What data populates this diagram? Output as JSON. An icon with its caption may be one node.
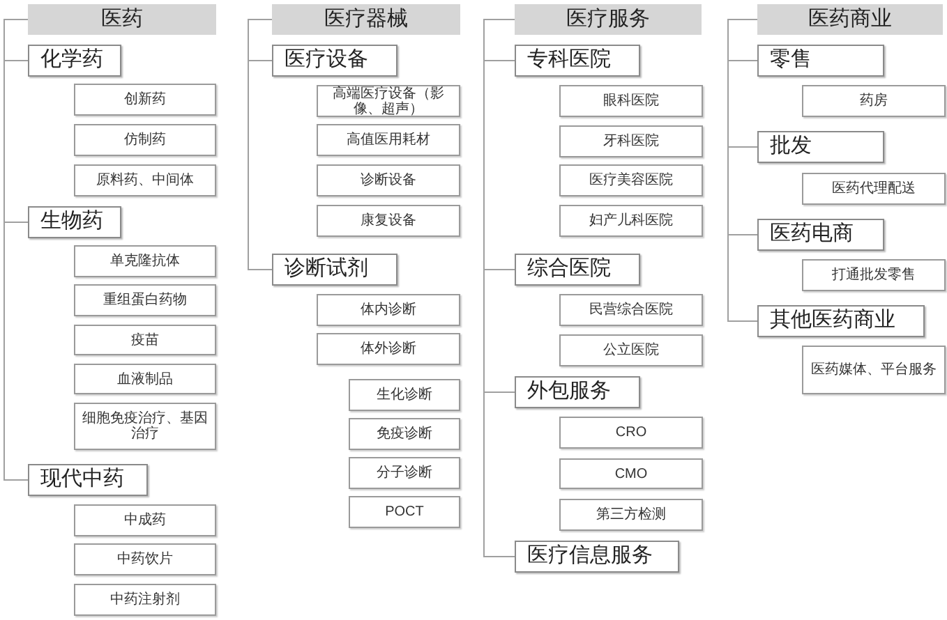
{
  "diagram": {
    "nodes": [
      {
        "text": [
          "医药"
        ]
      },
      {
        "text": [
          "化学药"
        ]
      },
      {
        "text": [
          "创新药"
        ]
      },
      {
        "text": [
          "仿制药"
        ]
      },
      {
        "text": [
          "原料药、中间体"
        ]
      },
      {
        "text": [
          "生物药"
        ]
      },
      {
        "text": [
          "单克隆抗体"
        ]
      },
      {
        "text": [
          "重组蛋白药物"
        ]
      },
      {
        "text": [
          "疫苗"
        ]
      },
      {
        "text": [
          "血液制品"
        ]
      },
      {
        "text": [
          "细胞免疫治疗、基因治疗"
        ]
      },
      {
        "text": [
          "现代中药"
        ]
      },
      {
        "text": [
          "中成药"
        ]
      },
      {
        "text": [
          "中药饮片"
        ]
      },
      {
        "text": [
          "中药注射剂"
        ]
      },
      {
        "text": [
          "医疗器械"
        ]
      },
      {
        "text": [
          "医疗设备"
        ]
      },
      {
        "text": [
          "高端医疗设备（影像、超声）"
        ]
      },
      {
        "text": [
          "高值医用耗材"
        ]
      },
      {
        "text": [
          "诊断设备"
        ]
      },
      {
        "text": [
          "康复设备"
        ]
      },
      {
        "text": [
          "诊断试剂"
        ]
      },
      {
        "text": [
          "体内诊断"
        ]
      },
      {
        "text": [
          "体外诊断"
        ]
      },
      {
        "text": [
          "生化诊断"
        ]
      },
      {
        "text": [
          "免疫诊断"
        ]
      },
      {
        "text": [
          "分子诊断"
        ]
      },
      {
        "text": [
          "POCT"
        ]
      },
      {
        "text": [
          "医疗服务"
        ]
      },
      {
        "text": [
          "专科医院"
        ]
      },
      {
        "text": [
          "眼科医院"
        ]
      },
      {
        "text": [
          "牙科医院"
        ]
      },
      {
        "text": [
          "医疗美容医院"
        ]
      },
      {
        "text": [
          "妇产儿科医院"
        ]
      },
      {
        "text": [
          "综合医院"
        ]
      },
      {
        "text": [
          "民营综合医院"
        ]
      },
      {
        "text": [
          "公立医院"
        ]
      },
      {
        "text": [
          "外包服务"
        ]
      },
      {
        "text": [
          "CRO"
        ]
      },
      {
        "text": [
          "CMO"
        ]
      },
      {
        "text": [
          "第三方检测"
        ]
      },
      {
        "text": [
          "医疗信息服务"
        ]
      },
      {
        "text": [
          "医药商业"
        ]
      },
      {
        "text": [
          "零售"
        ]
      },
      {
        "text": [
          "药房"
        ]
      },
      {
        "text": [
          "批发"
        ]
      },
      {
        "text": [
          "医药代理配送"
        ]
      },
      {
        "text": [
          "医药电商"
        ]
      },
      {
        "text": [
          "打通批发零售"
        ]
      },
      {
        "text": [
          "其他医药商业"
        ]
      },
      {
        "text": [
          "医药媒体、平台服务"
        ]
      }
    ],
    "edges": [
      {
        "from": 0,
        "to": 1,
        "arrow": "none"
      },
      {
        "from": 0,
        "to": 5,
        "arrow": "none"
      },
      {
        "from": 0,
        "to": 11,
        "arrow": "none"
      },
      {
        "from": 15,
        "to": 16,
        "arrow": "none"
      },
      {
        "from": 15,
        "to": 21,
        "arrow": "none"
      },
      {
        "from": 28,
        "to": 29,
        "arrow": "none"
      },
      {
        "from": 28,
        "to": 34,
        "arrow": "none"
      },
      {
        "from": 28,
        "to": 37,
        "arrow": "none"
      },
      {
        "from": 28,
        "to": 41,
        "arrow": "none"
      },
      {
        "from": 42,
        "to": 43,
        "arrow": "none"
      },
      {
        "from": 42,
        "to": 45,
        "arrow": "none"
      },
      {
        "from": 42,
        "to": 47,
        "arrow": "none"
      },
      {
        "from": 42,
        "to": 49,
        "arrow": "none"
      }
    ]
  }
}
